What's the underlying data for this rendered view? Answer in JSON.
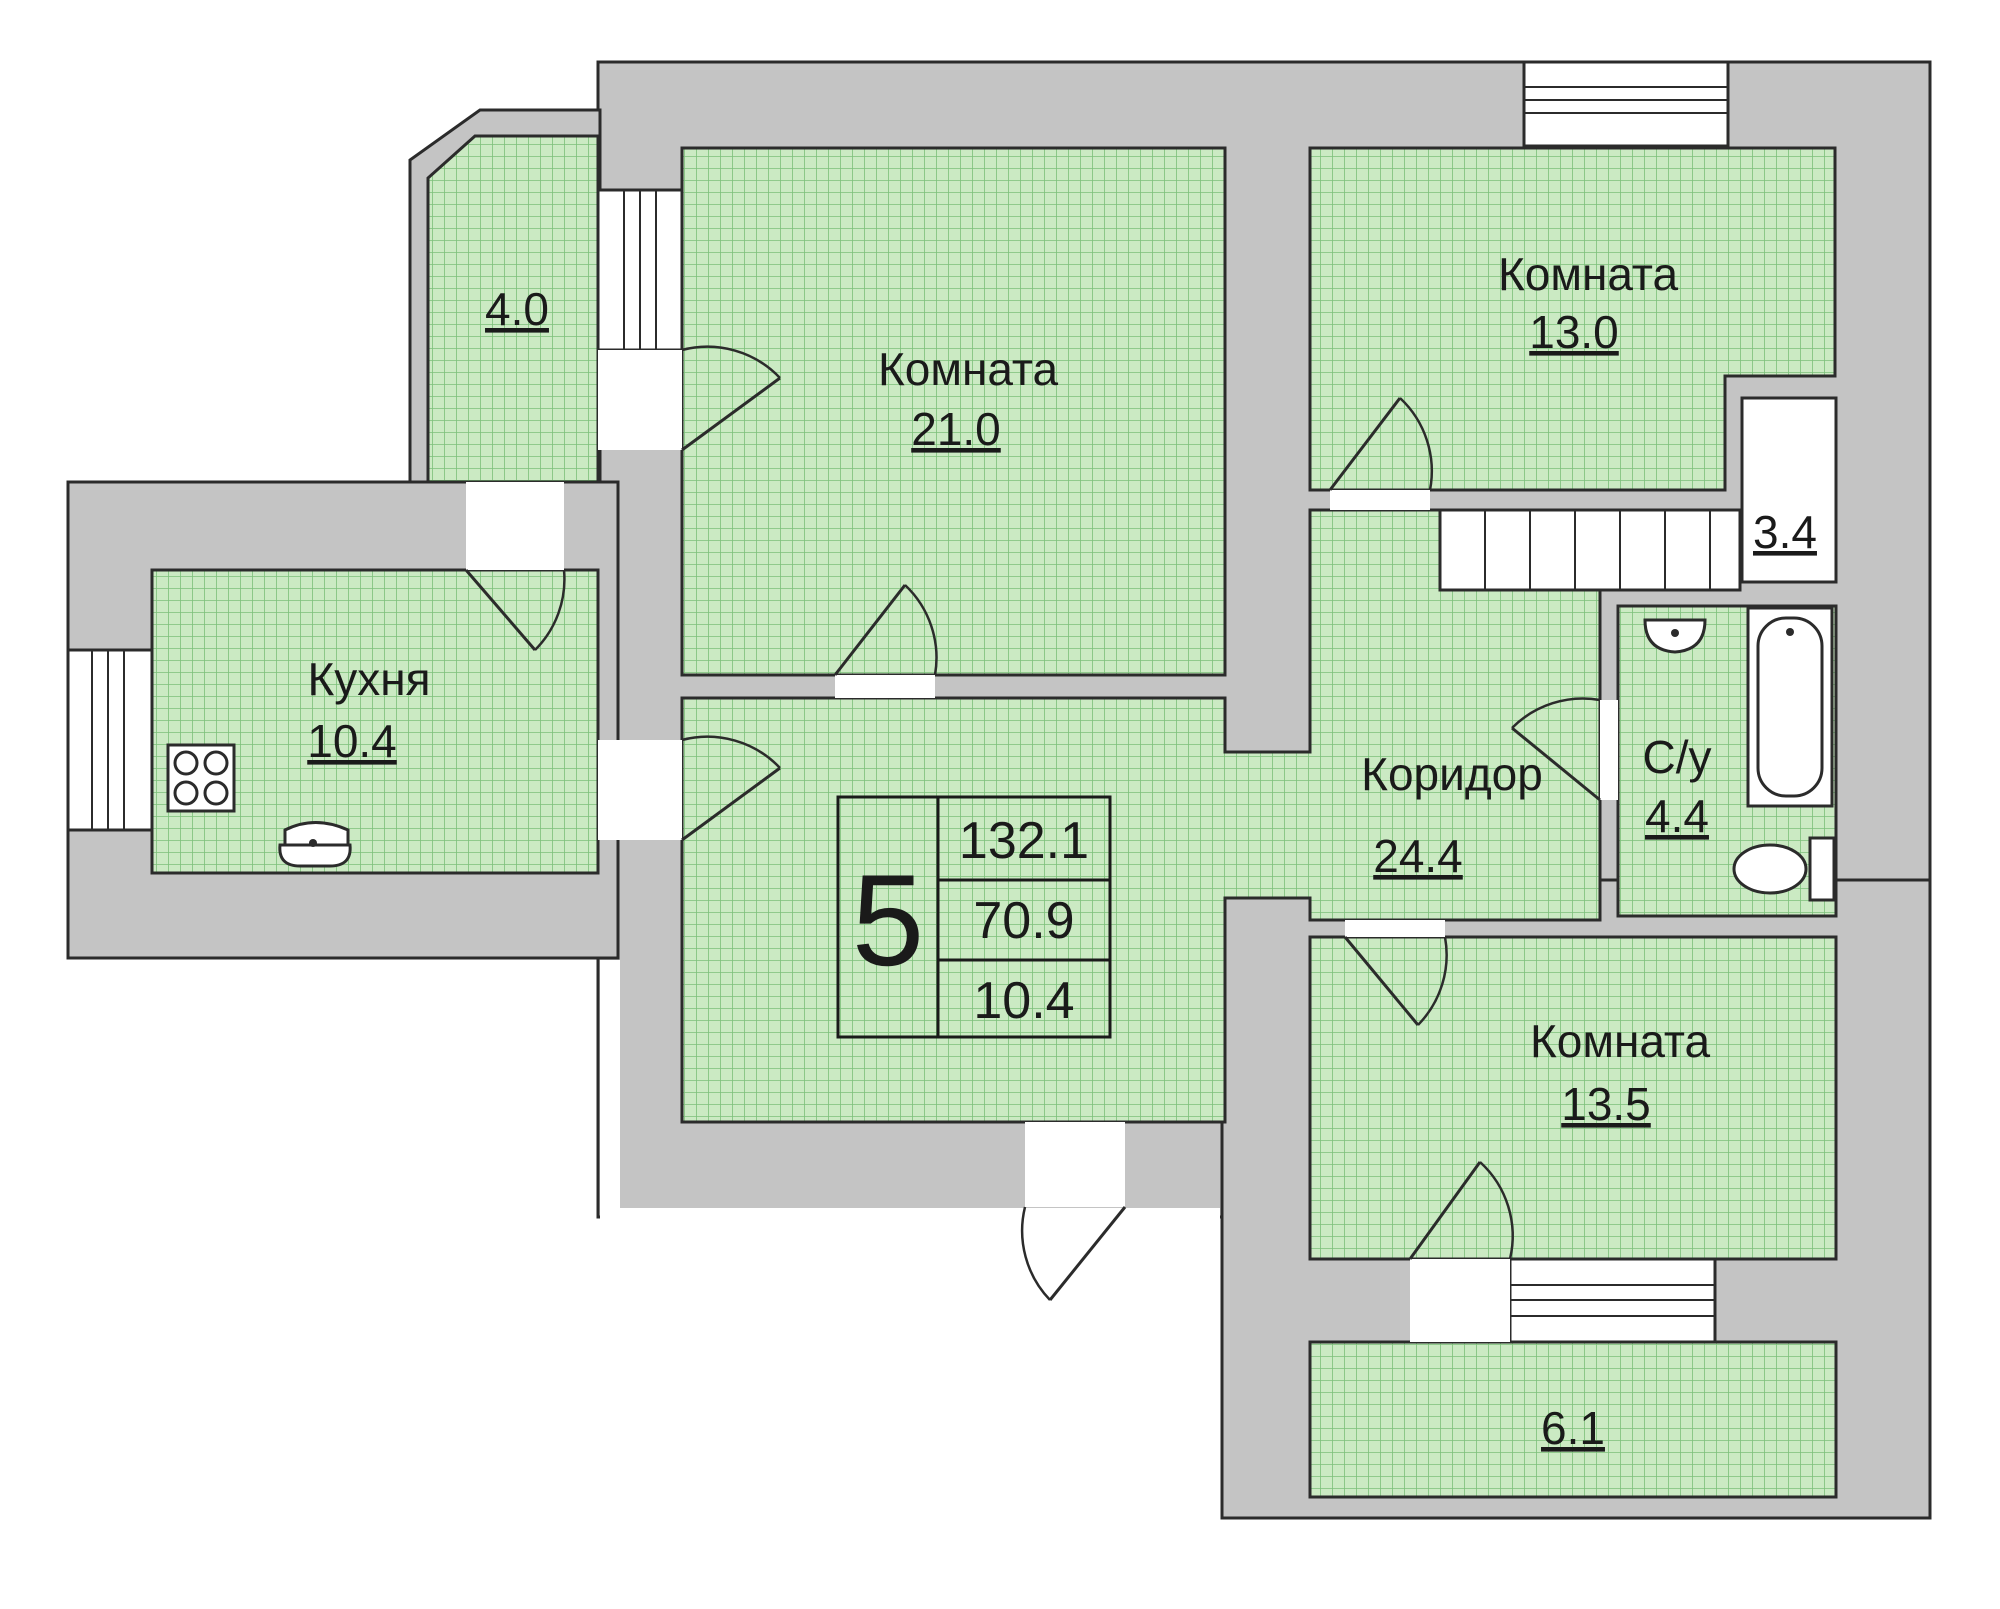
{
  "plan": {
    "rooms_count": "5",
    "totals": {
      "total": "132.1",
      "living": "70.9",
      "kitchen": "10.4"
    },
    "rooms": [
      {
        "id": "balcony-top",
        "name": "",
        "area": "4.0"
      },
      {
        "id": "room-21",
        "name": "Комната",
        "area": "21.0"
      },
      {
        "id": "room-13",
        "name": "Комната",
        "area": "13.0"
      },
      {
        "id": "storage",
        "name": "",
        "area": "3.4"
      },
      {
        "id": "kitchen",
        "name": "Кухня",
        "area": "10.4"
      },
      {
        "id": "corridor",
        "name": "Коридор",
        "area": "24.4"
      },
      {
        "id": "bathroom",
        "name": "С/у",
        "area": "4.4"
      },
      {
        "id": "room-13-5",
        "name": "Комната",
        "area": "13.5"
      },
      {
        "id": "balcony-bottom",
        "name": "",
        "area": "6.1"
      }
    ]
  },
  "colors": {
    "floor": "#c8e8c0",
    "grid": "#7cc07a",
    "wall": "#c4c4c4"
  }
}
